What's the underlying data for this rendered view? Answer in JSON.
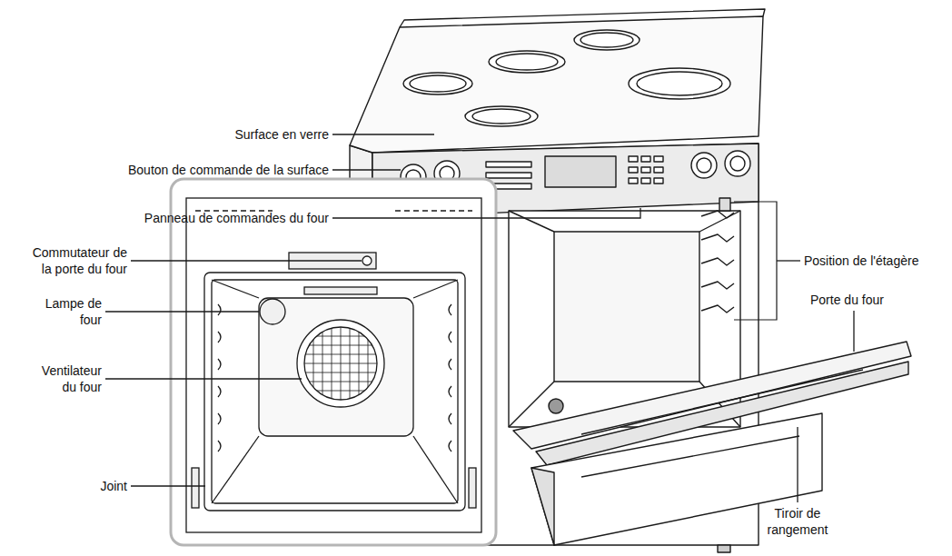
{
  "diagram": {
    "labels": [
      "Surface en verre",
      "Bouton de commande de la surface",
      "Panneau de commandes du four",
      "Commutateur de la porte du four",
      "Lampe de four",
      "Ventilateur du four",
      "Joint",
      "Position de l'étagère",
      "Porte du four",
      "Tiroir de rangement"
    ]
  }
}
